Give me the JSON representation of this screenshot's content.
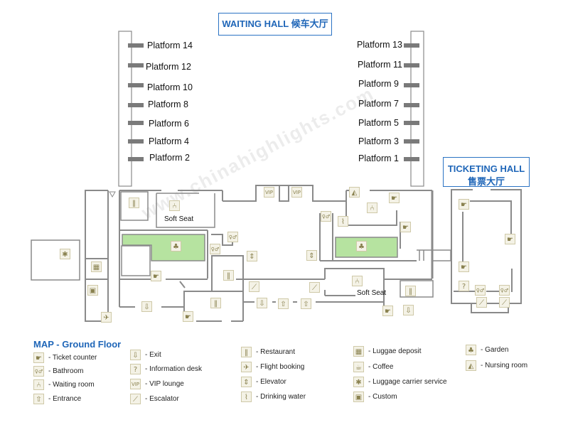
{
  "headers": {
    "waiting_hall": "WAITING HALL 候车大厅",
    "ticketing_hall_en": "TICKETING HALL",
    "ticketing_hall_cn": "售票大厅"
  },
  "watermark": "www.chinahighlights.com",
  "platforms_left": [
    "Platform 14",
    "Platform 12",
    "Platform 10",
    "Platform 8",
    "Platform 6",
    "Platform 4",
    "Platform 2"
  ],
  "platforms_right": [
    "Platform 13",
    "Platform 11",
    "Platform 9",
    "Platform 7",
    "Platform 5",
    "Platform 3",
    "Platform 1"
  ],
  "map_labels": {
    "soft_seat": "Soft Seat"
  },
  "legend": {
    "title": "MAP - Ground Floor",
    "items": [
      {
        "icon": "ticket-counter",
        "label": "- Ticket counter"
      },
      {
        "icon": "bathroom",
        "label": "- Bathroom"
      },
      {
        "icon": "waiting-room",
        "label": "- Waiting room"
      },
      {
        "icon": "entrance",
        "label": "- Entrance"
      },
      {
        "icon": "exit",
        "label": "- Exit"
      },
      {
        "icon": "information-desk",
        "label": "- Information desk"
      },
      {
        "icon": "vip-lounge",
        "label": "- VIP lounge"
      },
      {
        "icon": "escalator",
        "label": "- Escalator"
      },
      {
        "icon": "restaurant",
        "label": "- Restaurant"
      },
      {
        "icon": "flight-booking",
        "label": "- Flight booking"
      },
      {
        "icon": "elevator",
        "label": "- Elevator"
      },
      {
        "icon": "drinking-water",
        "label": "- Drinking water"
      },
      {
        "icon": "luggage-deposit",
        "label": "- Luggae deposit"
      },
      {
        "icon": "coffee",
        "label": "- Coffee"
      },
      {
        "icon": "luggage-carrier",
        "label": "- Luggage carrier service"
      },
      {
        "icon": "custom",
        "label": "- Custom"
      },
      {
        "icon": "garden",
        "label": "- Garden"
      },
      {
        "icon": "nursing-room",
        "label": "- Nursing room"
      }
    ]
  },
  "colors": {
    "wall": "#8a8a8a",
    "garden": "#b6e3a0",
    "accent": "#1f66b8",
    "icon": "#8a8250"
  }
}
